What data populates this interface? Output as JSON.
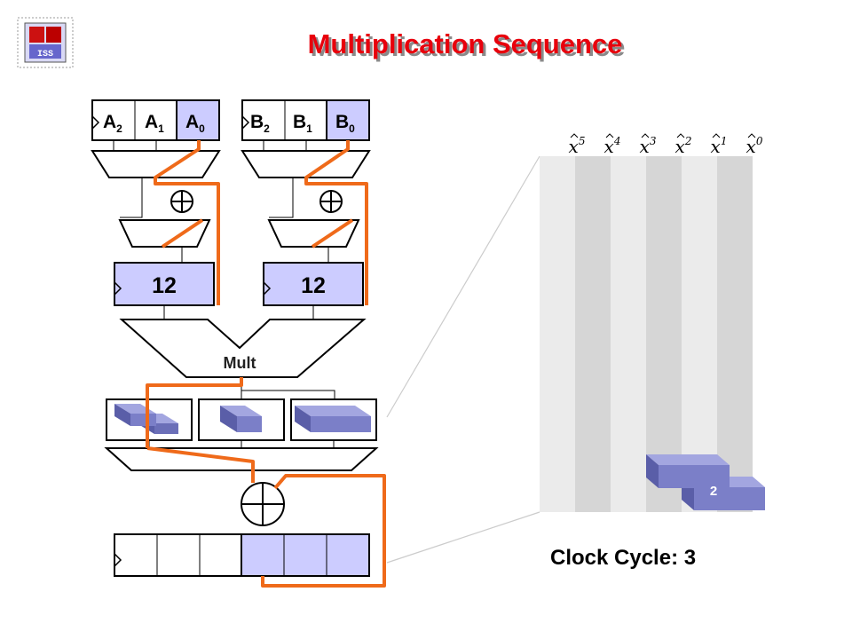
{
  "title": "Multiplication Sequence",
  "logo_text": "ISS",
  "register_a": [
    {
      "letter": "A",
      "sub": "2"
    },
    {
      "letter": "A",
      "sub": "1"
    },
    {
      "letter": "A",
      "sub": "0"
    }
  ],
  "register_b": [
    {
      "letter": "B",
      "sub": "2"
    },
    {
      "letter": "B",
      "sub": "1"
    },
    {
      "letter": "B",
      "sub": "0"
    }
  ],
  "accumulator_a_value": "12",
  "accumulator_b_value": "12",
  "multiplier_label": "Mult",
  "columns": [
    {
      "base": "x",
      "exp": "5"
    },
    {
      "base": "x",
      "exp": "4"
    },
    {
      "base": "x",
      "exp": "3"
    },
    {
      "base": "x",
      "exp": "2"
    },
    {
      "base": "x",
      "exp": "1"
    },
    {
      "base": "x",
      "exp": "0"
    }
  ],
  "block_label": "2",
  "clock_cycle_text": "Clock Cycle: 3",
  "colors": {
    "title": "#e8000c",
    "title_shadow": "#8a8a8a",
    "wire": "#ef6a1a",
    "register_fill": "#ccccff",
    "block_fill": "#7b7fc8",
    "block_top": "#a3a6e0",
    "block_side": "#5a5ea8",
    "column_dark": "#d6d6d6",
    "column_light": "#ebebeb"
  }
}
